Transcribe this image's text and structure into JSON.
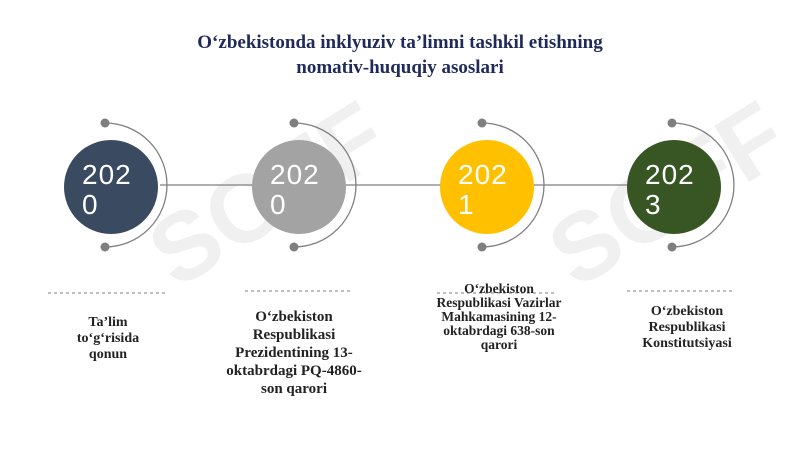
{
  "title_line1": "O‘zbekistonda inklyuziv ta’limni tashkil etishning",
  "title_line2": "nomativ-huquqiy asoslari",
  "watermark": "SOFF",
  "colors": {
    "title": "#1f2a5a",
    "c1": "#3a4a61",
    "c2": "#a3a3a3",
    "c3": "#ffc000",
    "c4": "#375623",
    "arc": "#7f7f7f"
  },
  "milestones": [
    {
      "year": "2020",
      "text": "Ta’lim to‘g‘risida qonun"
    },
    {
      "year": "2020",
      "text": "O‘zbekiston Respublikasi Prezidentining 13-oktabrdagi PQ-4860-son qarori"
    },
    {
      "year": "2021",
      "text": "O‘zbekiston Respublikasi Vazirlar Mahkamasining 12-oktabrdagi 638-son qarori"
    },
    {
      "year": "2023",
      "text": "O‘zbekiston Respublikasi Konstitutsiyasi"
    }
  ]
}
